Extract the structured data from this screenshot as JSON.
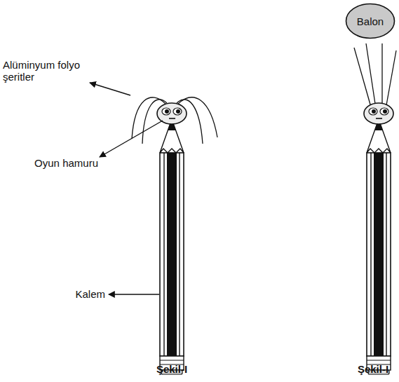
{
  "diagram": {
    "nodes": [
      {
        "text": [
          "Balon"
        ]
      }
    ],
    "labels": [
      "Alüminyum folyo şeritler",
      "Oyun hamuru",
      "Kalem",
      "Şekil-I",
      "Şekil-I"
    ]
  }
}
